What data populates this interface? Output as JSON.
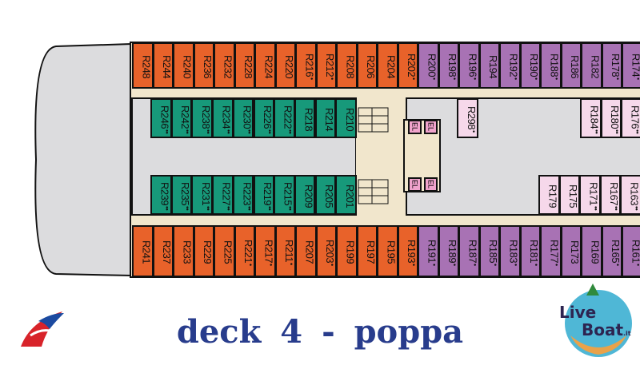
{
  "title": "deck 4  -  poppa",
  "colors": {
    "orange": "#e8622a",
    "purple": "#a872b4",
    "green": "#17997a",
    "pink": "#f6d8ea",
    "elevator": "#f0a3cc",
    "corridor": "#f1e6cc",
    "open_area": "#dcdcde",
    "title": "#283c8c"
  },
  "cabins": {
    "top_outer": [
      {
        "label": "R248",
        "mark": "",
        "type": "orange"
      },
      {
        "label": "R244",
        "mark": "",
        "type": "orange"
      },
      {
        "label": "R240",
        "mark": "",
        "type": "orange"
      },
      {
        "label": "R236",
        "mark": "",
        "type": "orange"
      },
      {
        "label": "R232",
        "mark": "",
        "type": "orange"
      },
      {
        "label": "R228",
        "mark": "",
        "type": "orange"
      },
      {
        "label": "R224",
        "mark": "",
        "type": "orange"
      },
      {
        "label": "R220",
        "mark": "",
        "type": "orange"
      },
      {
        "label": "R216",
        "mark": "•",
        "type": "orange"
      },
      {
        "label": "R212",
        "mark": "•",
        "type": "orange"
      },
      {
        "label": "R208",
        "mark": "",
        "type": "orange"
      },
      {
        "label": "R206",
        "mark": "",
        "type": "orange"
      },
      {
        "label": "R204",
        "mark": "",
        "type": "orange"
      },
      {
        "label": "R202",
        "mark": "•",
        "type": "orange"
      },
      {
        "label": "R200",
        "mark": "•",
        "type": "purple"
      },
      {
        "label": "R198",
        "mark": "•",
        "type": "purple"
      },
      {
        "label": "R196",
        "mark": "•",
        "type": "purple"
      },
      {
        "label": "R194",
        "mark": "",
        "type": "purple"
      },
      {
        "label": "R192",
        "mark": "•",
        "type": "purple"
      },
      {
        "label": "R190",
        "mark": "•",
        "type": "purple"
      },
      {
        "label": "R188",
        "mark": "•",
        "type": "purple"
      },
      {
        "label": "R186",
        "mark": "",
        "type": "purple"
      },
      {
        "label": "R182",
        "mark": "",
        "type": "purple"
      },
      {
        "label": "R178",
        "mark": "•",
        "type": "purple"
      },
      {
        "label": "R174",
        "mark": "•",
        "type": "purple"
      }
    ],
    "top_inner": [
      {
        "label": "R246",
        "mark": "••"
      },
      {
        "label": "R242",
        "mark": "••"
      },
      {
        "label": "R238",
        "mark": "••"
      },
      {
        "label": "R234",
        "mark": "••"
      },
      {
        "label": "R230",
        "mark": "••"
      },
      {
        "label": "R226",
        "mark": "••"
      },
      {
        "label": "R222",
        "mark": "••"
      },
      {
        "label": "R218",
        "mark": ""
      },
      {
        "label": "R214",
        "mark": ""
      },
      {
        "label": "R210",
        "mark": ""
      }
    ],
    "bottom_inner": [
      {
        "label": "R239",
        "mark": "••"
      },
      {
        "label": "R235",
        "mark": "••"
      },
      {
        "label": "R231",
        "mark": "••"
      },
      {
        "label": "R227",
        "mark": "••"
      },
      {
        "label": "R223",
        "mark": "••"
      },
      {
        "label": "R219",
        "mark": "••"
      },
      {
        "label": "R215",
        "mark": "••"
      },
      {
        "label": "R209",
        "mark": ""
      },
      {
        "label": "R205",
        "mark": ""
      },
      {
        "label": "R201",
        "mark": ""
      }
    ],
    "bottom_outer": [
      {
        "label": "R241",
        "mark": "",
        "type": "orange"
      },
      {
        "label": "R237",
        "mark": "",
        "type": "orange"
      },
      {
        "label": "R233",
        "mark": "",
        "type": "orange"
      },
      {
        "label": "R229",
        "mark": "",
        "type": "orange"
      },
      {
        "label": "R225",
        "mark": "",
        "type": "orange"
      },
      {
        "label": "R221",
        "mark": "•",
        "type": "orange"
      },
      {
        "label": "R217",
        "mark": "•",
        "type": "orange"
      },
      {
        "label": "R211",
        "mark": "•",
        "type": "orange"
      },
      {
        "label": "R207",
        "mark": "",
        "type": "orange"
      },
      {
        "label": "R203",
        "mark": "•",
        "type": "orange"
      },
      {
        "label": "R199",
        "mark": "",
        "type": "orange"
      },
      {
        "label": "R197",
        "mark": "",
        "type": "orange"
      },
      {
        "label": "R195",
        "mark": "",
        "type": "orange"
      },
      {
        "label": "R193",
        "mark": "•",
        "type": "orange"
      },
      {
        "label": "R191",
        "mark": "•",
        "type": "purple"
      },
      {
        "label": "R189",
        "mark": "•",
        "type": "purple"
      },
      {
        "label": "R187",
        "mark": "•",
        "type": "purple"
      },
      {
        "label": "R185",
        "mark": "•",
        "type": "purple"
      },
      {
        "label": "R183",
        "mark": "•",
        "type": "purple"
      },
      {
        "label": "R181",
        "mark": "•",
        "type": "purple"
      },
      {
        "label": "R177",
        "mark": "•",
        "type": "purple"
      },
      {
        "label": "R173",
        "mark": "",
        "type": "purple"
      },
      {
        "label": "R169",
        "mark": "",
        "type": "purple"
      },
      {
        "label": "R165",
        "mark": "•",
        "type": "purple"
      },
      {
        "label": "R161",
        "mark": "•",
        "type": "purple"
      }
    ],
    "mid_single": {
      "label": "R298",
      "mark": "•"
    },
    "right_top": [
      {
        "label": "R184",
        "mark": "••"
      },
      {
        "label": "R180",
        "mark": "••"
      },
      {
        "label": "R176",
        "mark": "••"
      }
    ],
    "right_bottom": [
      {
        "label": "R179",
        "mark": ""
      },
      {
        "label": "R175",
        "mark": ""
      },
      {
        "label": "R171",
        "mark": "••"
      },
      {
        "label": "R167",
        "mark": "••"
      },
      {
        "label": "R163",
        "mark": "••"
      }
    ]
  },
  "elevator_label": "EL",
  "logos": {
    "left": "Carnival",
    "right": "LiveBoat.it"
  }
}
